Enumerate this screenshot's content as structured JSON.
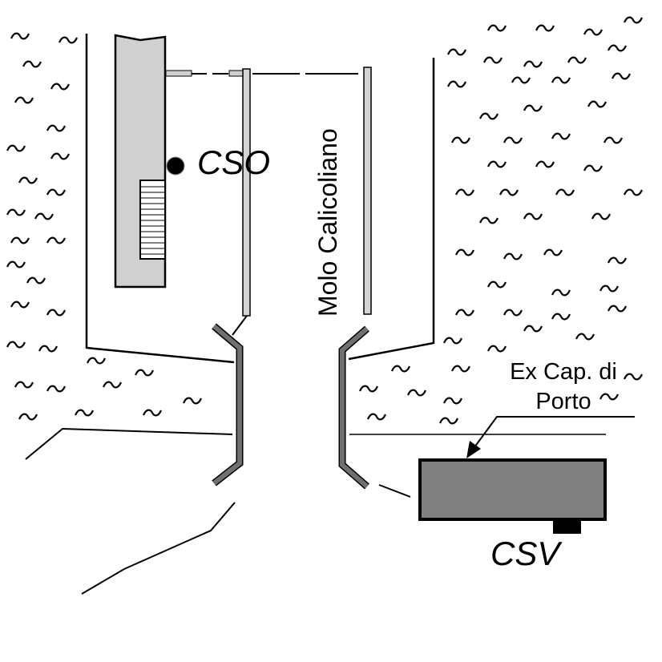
{
  "labels": {
    "cso": "CSO",
    "molo": "Molo Calicoliano",
    "ex_cap_line1": "Ex Cap. di",
    "ex_cap_line2": "Porto",
    "csv": "CSV"
  },
  "colors": {
    "building_fill": "#d0d0d0",
    "pier_fill": "#d4d4d4",
    "breakwater": "#707070",
    "ex_cap_building": "#808080",
    "line": "#000000"
  },
  "icons": {
    "water": "wave-tilde-icon",
    "station_marker": "filled-circle-icon",
    "pointer": "arrow-icon"
  }
}
